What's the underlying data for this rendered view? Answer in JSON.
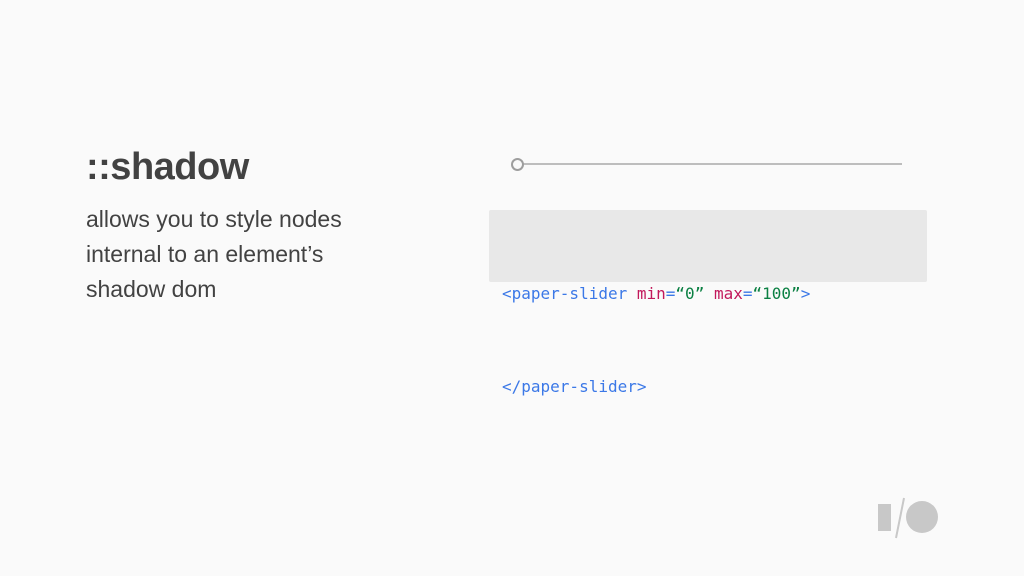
{
  "slide": {
    "title": "::shadow",
    "body_lines": [
      "allows you to style nodes",
      "internal to an element’s",
      "shadow dom"
    ]
  },
  "slider_demo": {
    "value": 0,
    "min": 0,
    "max": 100
  },
  "code": {
    "line1": {
      "tag_open": "<paper-slider",
      "attr_min": "min",
      "eq1": "=",
      "val_min": "“0”",
      "attr_max": "max",
      "eq2": "=",
      "val_max": "“100”",
      "close_bracket": ">"
    },
    "line2": {
      "tag_close": "</paper-slider>"
    }
  },
  "colors": {
    "background": "#fafafa",
    "text": "#424242",
    "code_background": "#e8e8e8",
    "code_tag": "#3b78e7",
    "code_attr": "#c2185b",
    "code_value": "#0b8043",
    "logo": "#c8c8c8"
  },
  "logo": {
    "icon": "google-io-logo-icon"
  }
}
